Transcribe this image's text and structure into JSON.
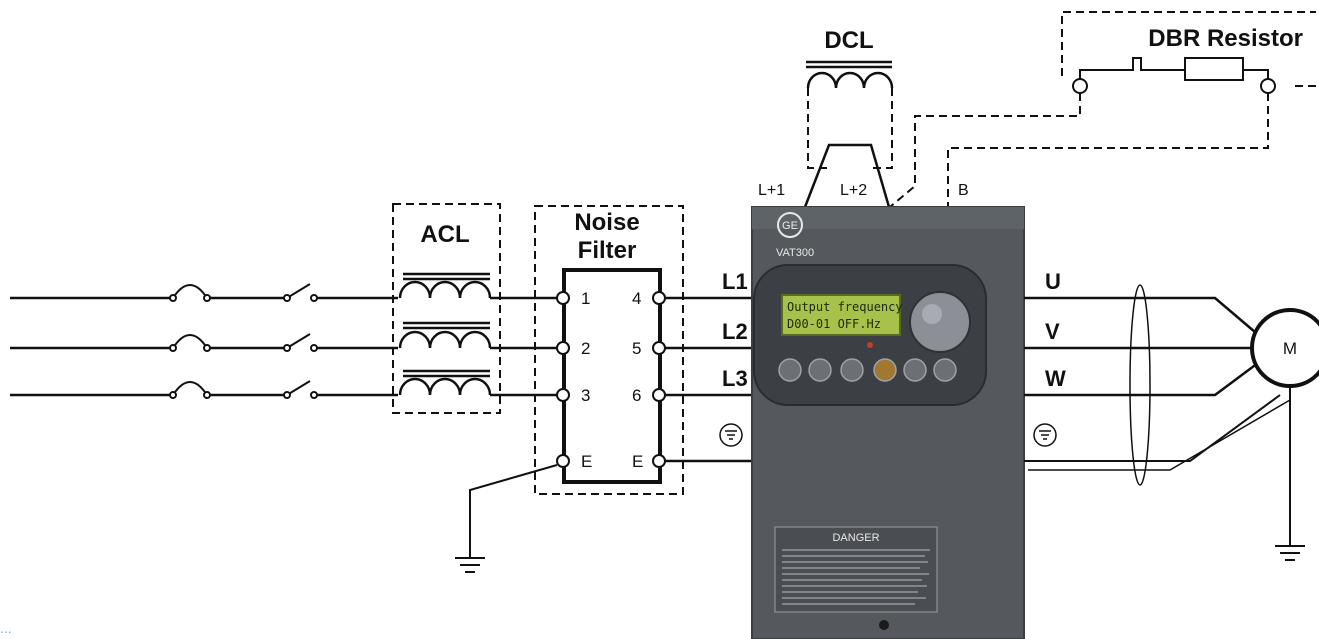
{
  "labels": {
    "acl": "ACL",
    "noise_filter_line1": "Noise",
    "noise_filter_line2": "Filter",
    "dcl": "DCL",
    "dbr": "DBR Resistor",
    "motor": "M",
    "l_plus_1": "L+1",
    "l_plus_2": "L+2",
    "b_terminal": "B",
    "input_phases": [
      "L1",
      "L2",
      "L3"
    ],
    "output_phases": [
      "U",
      "V",
      "W"
    ],
    "filter_in_terminals": [
      "1",
      "2",
      "3",
      "E"
    ],
    "filter_out_terminals": [
      "4",
      "5",
      "6",
      "E"
    ]
  },
  "drive": {
    "brand": "GE",
    "model": "VAT300",
    "lcd_line1": "Output frequency",
    "lcd_line2": "D00-01   OFF.Hz",
    "danger_title": "DANGER"
  },
  "colors": {
    "wire": "#111111",
    "drive_body": "#55595e",
    "drive_panel": "#3c3f43",
    "lcd": "#a7c24a"
  },
  "footer_note": "..."
}
